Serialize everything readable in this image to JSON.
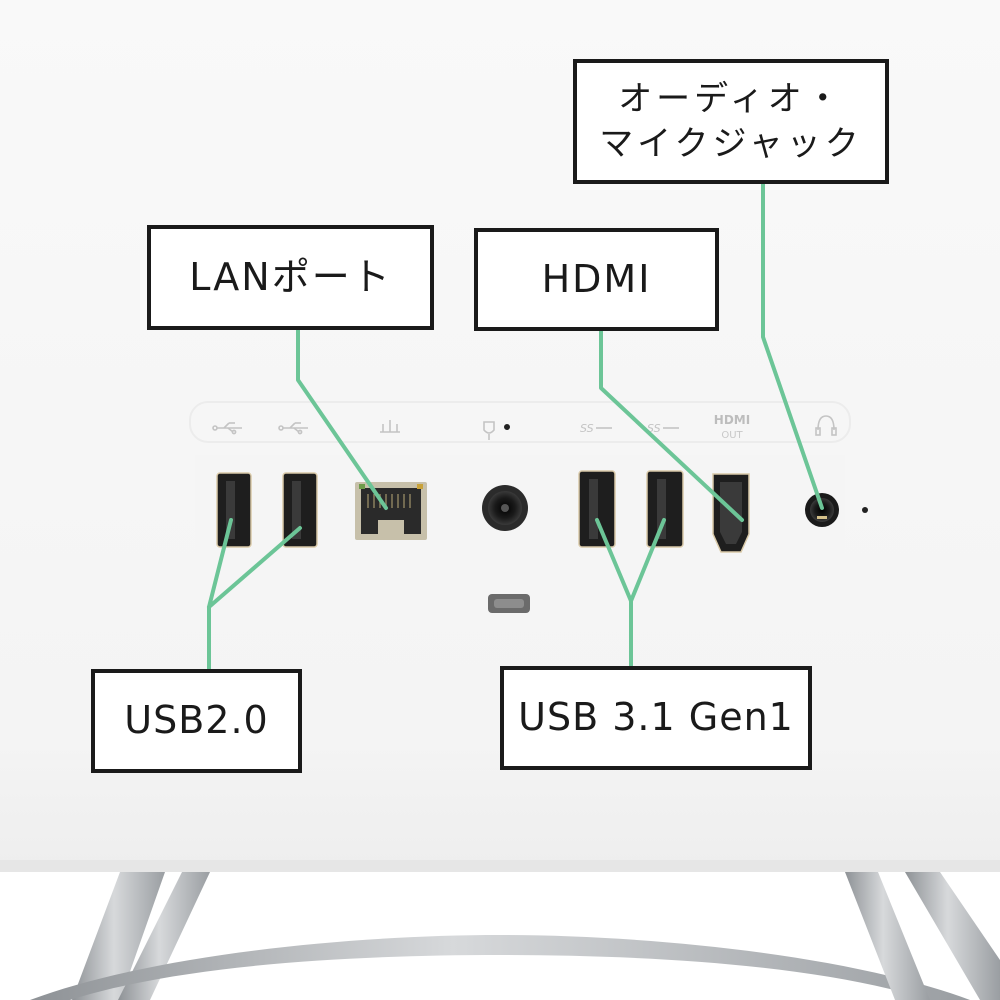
{
  "labels": {
    "audio_line1": "オーディオ・",
    "audio_line2": "マイクジャック",
    "lan": "LANポート",
    "hdmi": "HDMI",
    "usb2": "USB2.0",
    "usb3": "USB 3.1 Gen1"
  },
  "panel_marks": {
    "hdmi_logo": "HDMI",
    "hdmi_out": "OUT"
  },
  "colors": {
    "leader_line": "#6cc597",
    "label_border": "#1a1a1a",
    "device_body": "#f7f7f7",
    "port_dark": "#1e1e1e",
    "stand_metal": "#b9bcbf"
  },
  "icons": [
    "usb-icon",
    "ethernet-icon",
    "power-icon",
    "usb-ss-icon",
    "headset-icon"
  ]
}
